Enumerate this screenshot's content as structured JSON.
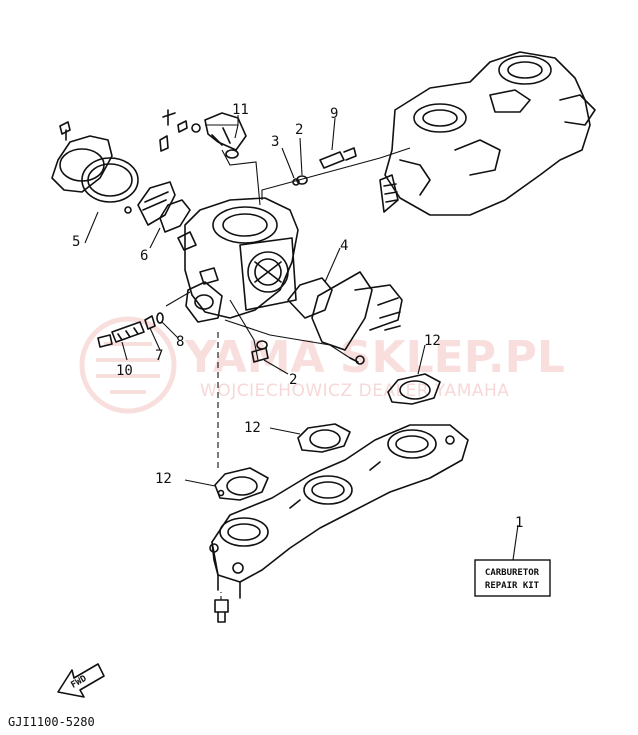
{
  "callouts": {
    "c1": "1",
    "c2a": "2",
    "c2b": "2",
    "c3": "3",
    "c4": "4",
    "c5": "5",
    "c6": "6",
    "c7": "7",
    "c8": "8",
    "c9": "9",
    "c10": "10",
    "c11": "11",
    "c12a": "12",
    "c12b": "12",
    "c12c": "12"
  },
  "kit_box": {
    "line1": "CARBURETOR",
    "line2": "REPAIR KIT"
  },
  "fwd_label": "FWD",
  "diagram_code": "GJI1100-5280",
  "watermark": {
    "brand": "YAMA SKLEP.PL",
    "subtitle": "WOJCIECHOWICZ DEALER YAMAHA"
  },
  "colors": {
    "ink": "#111111",
    "watermark": "#f2b8b8"
  }
}
